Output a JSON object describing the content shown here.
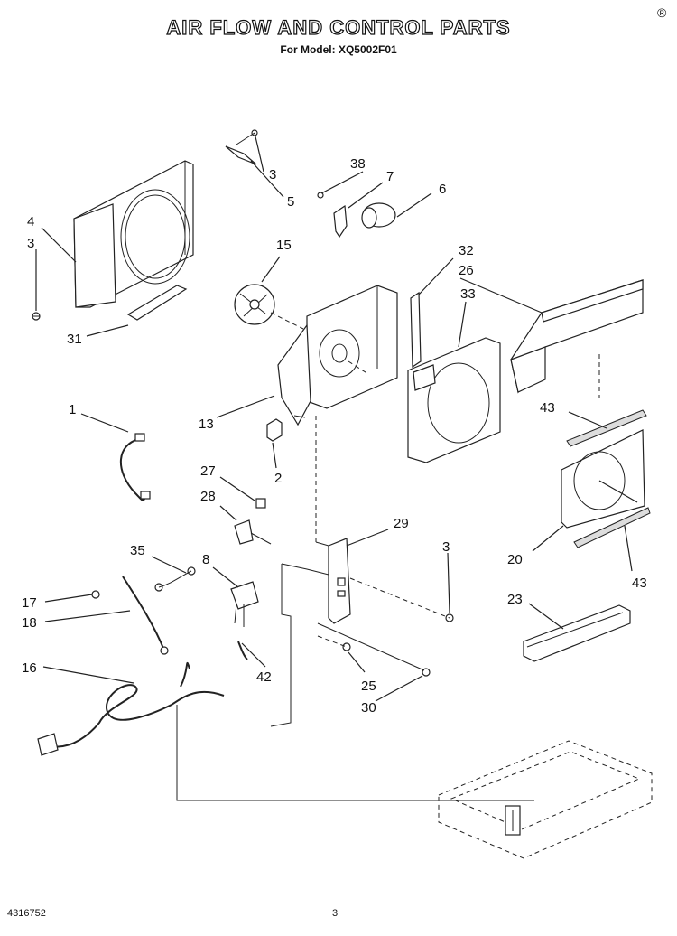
{
  "header": {
    "title": "AIR FLOW AND CONTROL PARTS",
    "subtitle": "For Model: XQ5002F01",
    "corner_mark": "®"
  },
  "footer": {
    "doc_number": "4316752",
    "page_number": "3"
  },
  "callouts": {
    "c1": "1",
    "c2": "2",
    "c3a": "3",
    "c3b": "3",
    "c3c": "3",
    "c4": "4",
    "c5": "5",
    "c6": "6",
    "c7": "7",
    "c8": "8",
    "c13": "13",
    "c15": "15",
    "c16": "16",
    "c17": "17",
    "c18": "18",
    "c20": "20",
    "c23": "23",
    "c25": "25",
    "c26": "26",
    "c27": "27",
    "c28": "28",
    "c29": "29",
    "c30": "30",
    "c31": "31",
    "c32": "32",
    "c33": "33",
    "c35": "35",
    "c38": "38",
    "c42": "42",
    "c43a": "43",
    "c43b": "43"
  }
}
